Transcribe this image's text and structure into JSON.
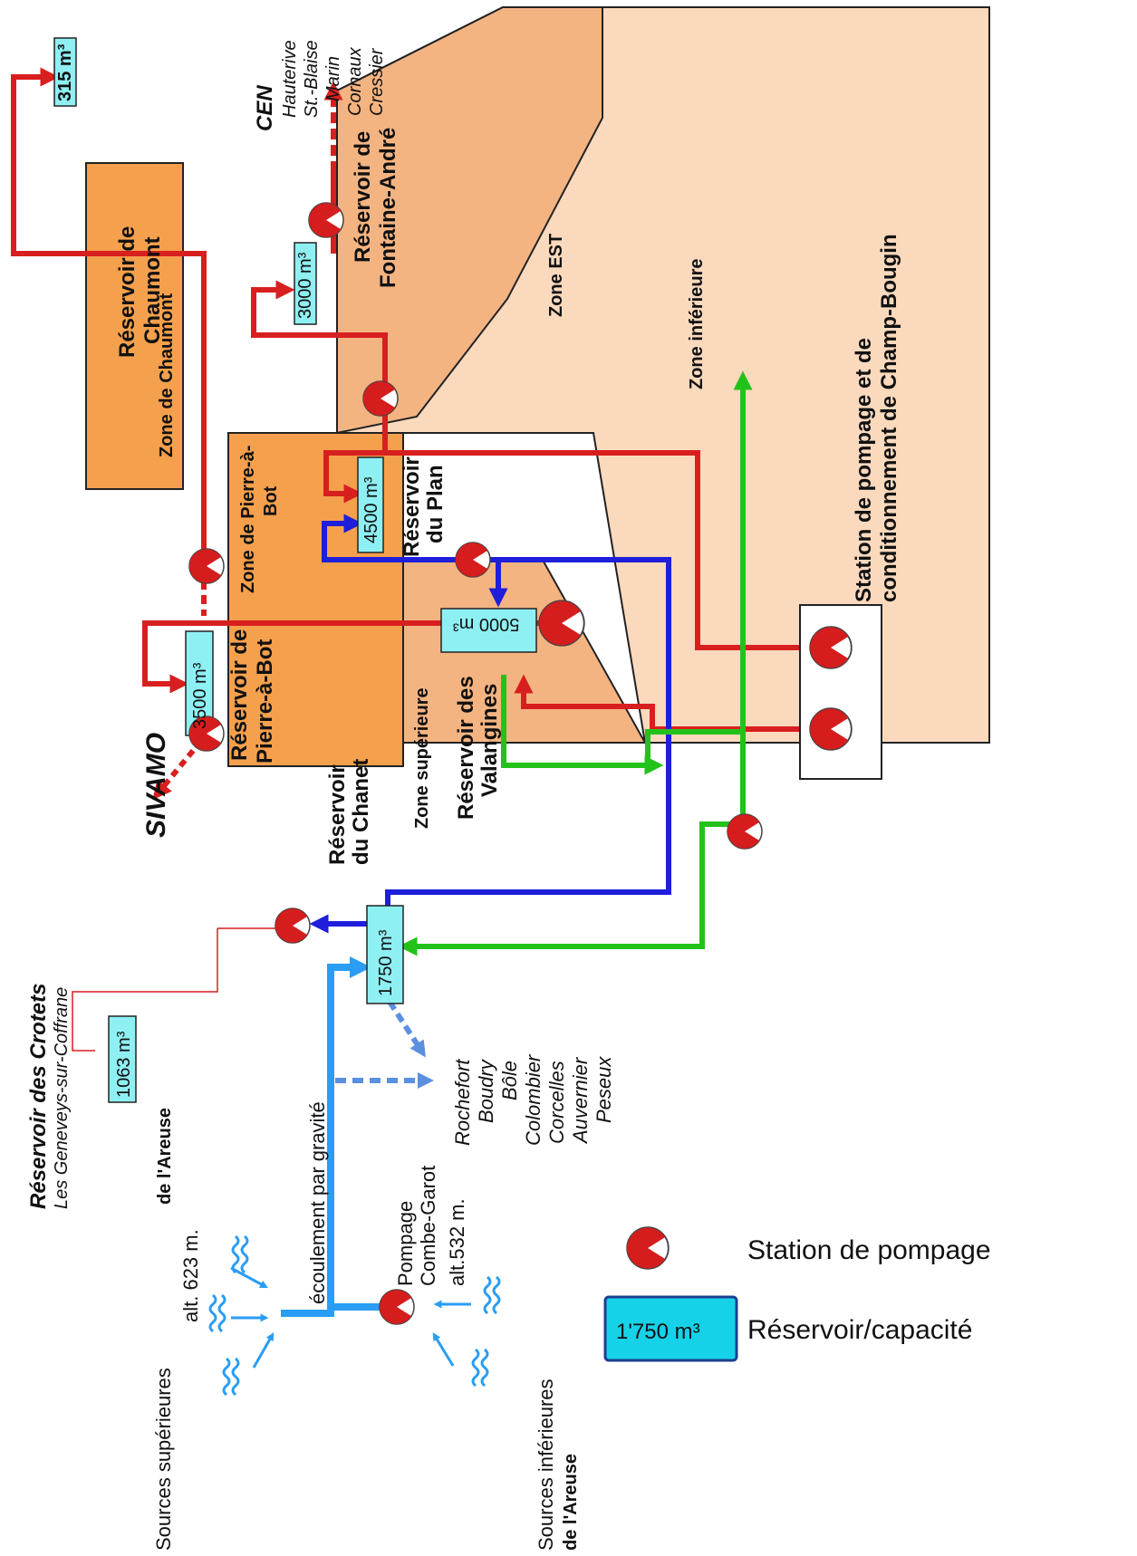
{
  "colors": {
    "zone_light": "#fbd9bd",
    "zone_mid": "#f4b482",
    "zone_dark": "#f5a04d",
    "reservoir_fill": "#8ff0f3",
    "pipe_red": "#d81f1f",
    "pipe_blue": "#1e1edb",
    "pipe_green": "#23c21b",
    "pipe_lightblue": "#2a9df4",
    "pump_red": "#d51d1d"
  },
  "zones": {
    "chaumont": "Zone de Chaumont",
    "pierre_a_bot": "Zone de Pierre-à-Bot",
    "est": "Zone EST",
    "inferieure": "Zone inférieure",
    "superieure": "Zone supérieure"
  },
  "reservoirs": {
    "chaumont": {
      "name": "Réservoir de Chaumont",
      "capacity": "315 m³"
    },
    "fontaine_andre": {
      "name": "Réservoir de Fontaine-André",
      "capacity": "3000 m³"
    },
    "plan": {
      "name": "Réservoir du Plan",
      "capacity": "4500 m³"
    },
    "pierre_a_bot": {
      "name": "Réservoir de Pierre-à-Bot",
      "capacity": "3500 m³"
    },
    "valangines": {
      "name": "Réservoir des Valangines",
      "capacity": "5000 m³"
    },
    "chanet": {
      "name": "Réservoir du Chanet",
      "capacity": "1750 m³"
    },
    "crotets": {
      "name": "Réservoir des Crotets",
      "subtitle": "Les Geneveys-sur-Coffrane",
      "capacity": "1063 m³"
    }
  },
  "destinations": {
    "cen": {
      "label": "CEN",
      "places": [
        "Hauterive",
        "St.-Blaise",
        "Marin",
        "Cornaux",
        "Cressier"
      ]
    },
    "sivamo": "SIVAMO",
    "west": [
      "Rochefort",
      "Boudry",
      "Bôle",
      "Colombier",
      "Corcelles",
      "Auvernier",
      "Peseux"
    ]
  },
  "station": {
    "line1": "Station de pompage et de",
    "line2": "conditionnement de Champ-Bougin"
  },
  "sources": {
    "superieures": "Sources supérieures",
    "superieures_suffix": "de l'Areuse",
    "superieures_alt": "alt. 623 m.",
    "inferieures": "Sources inférieures",
    "inferieures_suffix": "de l'Areuse",
    "pompage": "Pompage",
    "combe_garot": "Combe-Garot",
    "pompage_alt": "alt.532 m.",
    "gravite": "écoulement par gravité"
  },
  "legend": {
    "pump": "Station de pompage",
    "reservoir_sample": "1'750 m³",
    "reservoir": "Réservoir/capacité"
  }
}
